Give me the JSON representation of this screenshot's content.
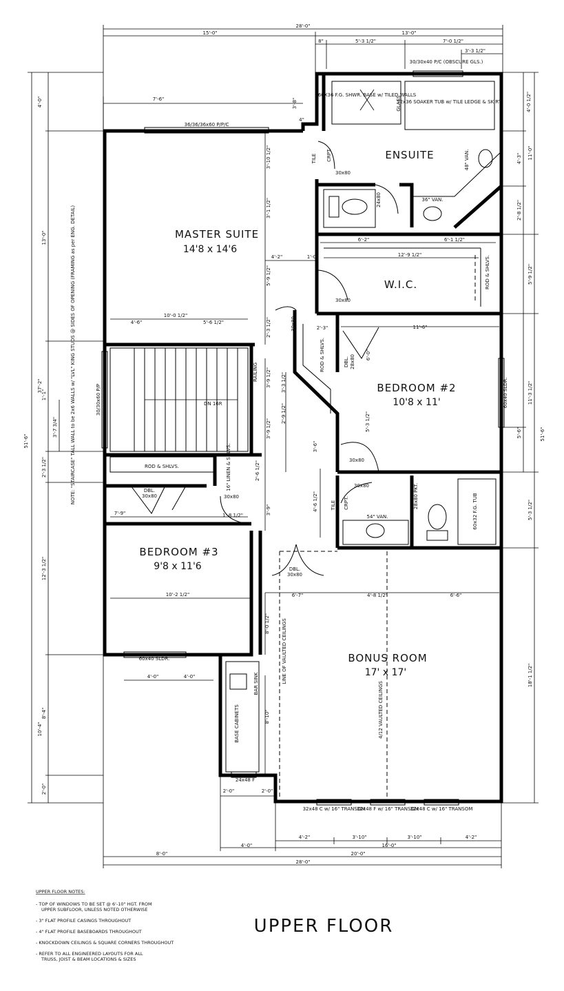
{
  "title": "UPPER FLOOR",
  "rooms": {
    "master": {
      "name": "MASTER SUITE",
      "size": "14'8 x 14'6"
    },
    "ensuite": {
      "name": "ENSUITE"
    },
    "wic": {
      "name": "W.I.C."
    },
    "bed2": {
      "name": "BEDROOM #2",
      "size": "10'8 x 11'"
    },
    "bed3": {
      "name": "BEDROOM #3",
      "size": "9'8 x 11'6"
    },
    "bonus": {
      "name": "BONUS ROOM",
      "size": "17' x 17'"
    }
  },
  "labels": {
    "shower": "60X36 F.G. SHWR. BASE w/ TILED WALLS",
    "glass": "GLASS",
    "tub": "72x36 SOAKER TUB w/ TILE LEDGE & SKIRT",
    "obscure_window": "30/30x40 P/C (OBSCURE GLS.)",
    "master_window": "36/36/36x60 P/P/C",
    "tile": "TILE",
    "crpt": "CRPT.",
    "door_30x80": "30x80",
    "door_24x80": "24x80",
    "van36": "36\" VAN.",
    "van48": "48\" VAN.",
    "rod_shlvs": "ROD & SHLVS.",
    "dbl": "DBL.",
    "dbl_2880": "28x80",
    "dn16r": "DN 16R",
    "railing": "RAILING",
    "stair_note": "NOTE: \"STAIRCASE\" TALL WALL to be 2x6 WALLS w/ \"LVL\" KING STUDS @ SIDES OF OPENING (FRAMING as per ENG. DETAIL)",
    "stair_window": "30/30x60 P/P",
    "linen": "16\" LINEN & SHLVS.",
    "bed2_window": "60x40 SLDR.",
    "pkt": "28x80 PKT.",
    "van54": "54\" VAN.",
    "fg_tub": "60x32 F.G. TUB",
    "bed3_window": "60x40 SLDR.",
    "bar_sink": "BAR SINK",
    "base_cab": "BASE CABINETS",
    "vault_line": "LINE OF VAULTED CEILINGS",
    "vaulted": "4/12 VAULTED CEILINGS",
    "win_24x48": "24x48 F",
    "win_a": "32x48 C w/ 16\" TRANSOM",
    "win_b": "32x48 F w/ 16\" TRANSOM",
    "win_c": "32x48 C w/ 16\" TRANSOM"
  },
  "dims": {
    "top_total": "28'-0\"",
    "top_left": "15'-0\"",
    "top_right": "13'-0\"",
    "top_8": "8\"",
    "top_5312": "5'-3 1/2\"",
    "top_7012": "7'-0 1/2\"",
    "top_3312": "3'-3 1/2\"",
    "d_7_6": "7'-6\"",
    "d_3_8": "3'-8\"",
    "d_4in": "4\"",
    "d_3_10_12": "3'-10 1/2\"",
    "d_3_1_12": "3'-1 1/2\"",
    "d_6_2": "6'-2\"",
    "d_6_1_12": "6'-1 1/2\"",
    "d_12_9_12": "12'-9 1/2\"",
    "d_4_2": "4'-2\"",
    "d_1_0": "1'-0\"",
    "d_5_9_12": "5'-9 1/2\"",
    "d_4_6": "4'-6\"",
    "d_10_0_12": "10'-0 1/2\"",
    "d_5_6_12": "5'-6 1/2\"",
    "d_2_3_12": "2'-3 1/2\"",
    "d_2_3": "2'-3\"",
    "d_11_6": "11'-6\"",
    "d_6_0": "6'-0\"",
    "d_3_3_12": "3'-3 1/2\"",
    "d_2_9_12": "2'-9 1/2\"",
    "d_5_3_12": "5'-3 1/2\"",
    "d_3_9_12a": "3'-9 1/2\"",
    "d_3_9_12b": "3'-9 1/2\"",
    "d_3_6": "3'-6\"",
    "d_4_6_12": "4'-6 1/2\"",
    "d_3_9": "3'-9\"",
    "d_7_9": "7'-9\"",
    "d_2_6_12": "2'-6 1/2\"",
    "d_1_8_12": "1'-8 1/2\"",
    "d_10_2_12": "10'-2 1/2\"",
    "d_6_7": "6'-7\"",
    "d_4_8_12": "4'-8 1/2\"",
    "d_6_6": "6'-6\"",
    "d_8_0_12": "8'-0 1/2\"",
    "d_4_0a": "4'-0\"",
    "d_4_0b": "4'-0\"",
    "d_8_10": "8'-10\"",
    "d_2_0a": "2'-0\"",
    "d_2_0b": "2'-0\"",
    "b_4_2a": "4'-2\"",
    "b_3_10a": "3'-10\"",
    "b_3_10b": "3'-10\"",
    "b_4_2b": "4'-2\"",
    "b_4_0": "4'-0\"",
    "b_16_0": "16'-0\"",
    "b_8_0": "8'-0\"",
    "b_20_0": "20'-0\"",
    "b_28_0": "28'-0\"",
    "l_4_0": "4'-0\"",
    "l_13_0": "13'-0\"",
    "l_1_1": "1'-1\"",
    "l_37_2": "37'-2\"",
    "l_3_7_34": "3'-7 3/4\"",
    "l_2_3_12": "2'-3 1/2\"",
    "l_51_6": "51'-6\"",
    "l_12_3_12": "12'-3 1/2\"",
    "l_10_4": "10'-4\"",
    "l_8_4": "8'-4\"",
    "l_2_0": "2'-0\"",
    "r_4_0_12": "4'-0 1/2\"",
    "r_4_3": "4'-3\"",
    "r_11_0": "11'-0\"",
    "r_2_8_12": "2'-8 1/2\"",
    "r_5_9_12": "5'-9 1/2\"",
    "r_11_3_12": "11'-3 1/2\"",
    "r_5_6": "5'-6\"",
    "r_51_6": "51'-6\"",
    "r_5_3_12": "5'-3 1/2\"",
    "r_18_1_12": "18'-1 1/2\""
  },
  "notes": {
    "heading": "UPPER FLOOR NOTES:",
    "n1a": "- TOP OF WINDOWS TO BE SET @ 6'-10\" HGT. FROM",
    "n1b": "UPPER SUBFLOOR, UNLESS NOTED OTHERWISE",
    "n2": "- 3\" FLAT PROFILE CASINGS THROUGHOUT",
    "n3": "- 4\" FLAT PROFILE BASEBOARDS THROUGHOUT",
    "n4": "- KNOCKDOWN CEILINGS & SQUARE CORNERS THROUGHOUT",
    "n5a": "- REFER TO ALL ENGINEERED LAYOUTS FOR ALL",
    "n5b": "TRUSS, JOIST & BEAM LOCATIONS & SIZES"
  }
}
